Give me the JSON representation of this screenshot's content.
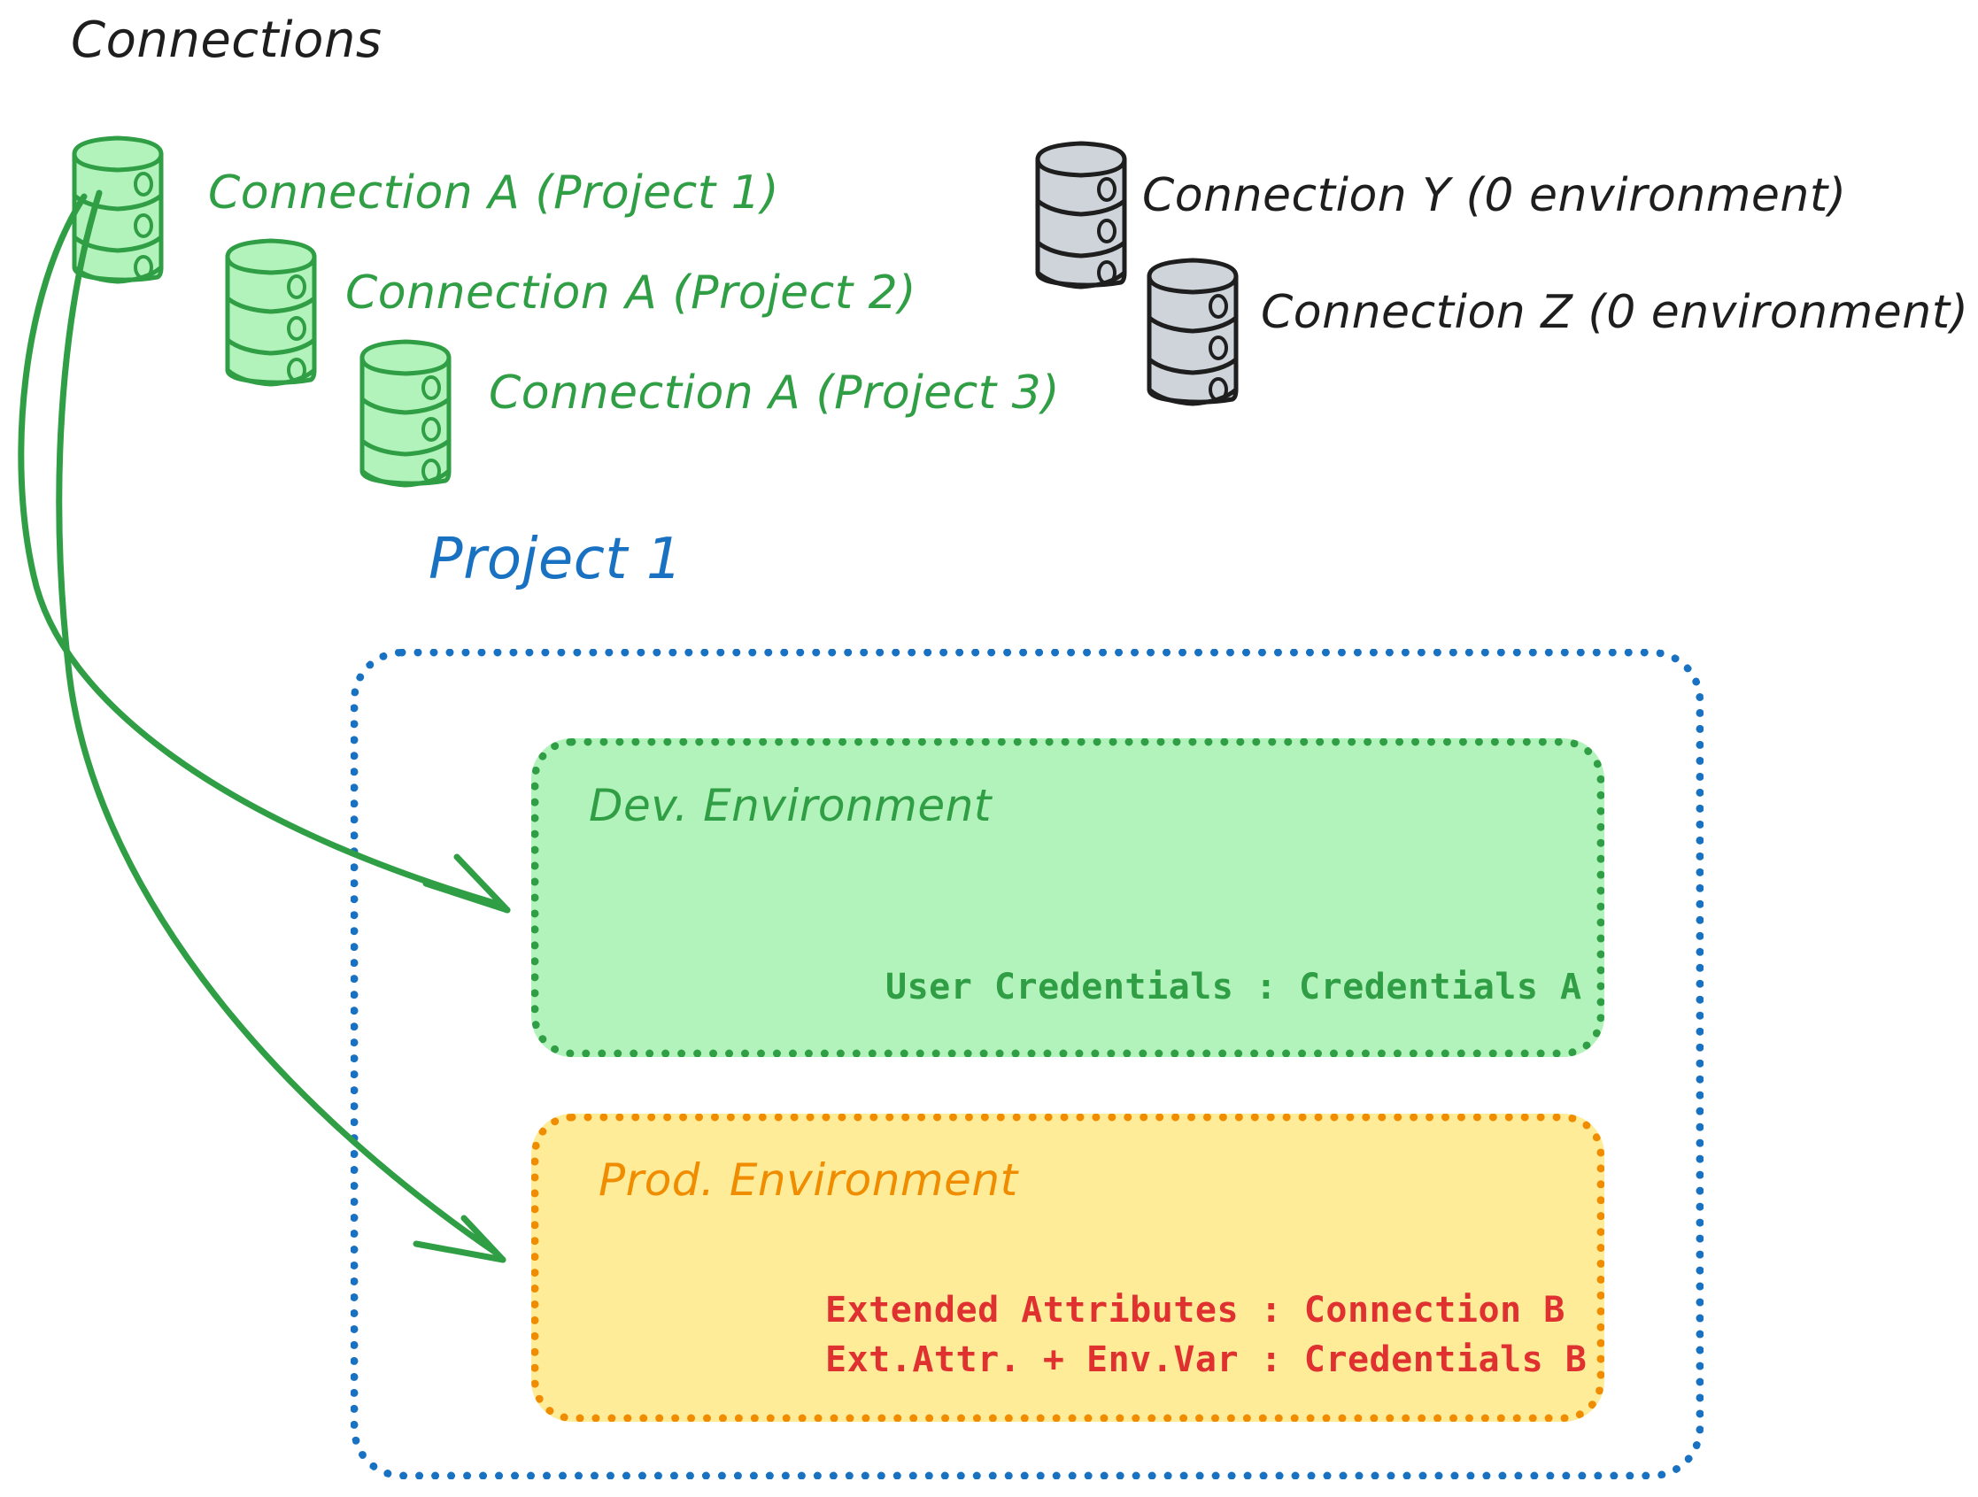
{
  "diagram": {
    "heading": "Connections",
    "colors": {
      "green_stroke": "#2f9e44",
      "green_fill": "#b2f2bb",
      "gray_stroke": "#1e1e1e",
      "gray_fill": "#ced4da",
      "blue": "#1971c2",
      "orange": "#f08c00",
      "orange_fill": "#ffec99",
      "red": "#e03131",
      "black": "#1e1e1e"
    },
    "green_connections": [
      {
        "icon": "database-icon",
        "label": "Connection A (Project 1)"
      },
      {
        "icon": "database-icon",
        "label": "Connection A (Project 2)"
      },
      {
        "icon": "database-icon",
        "label": "Connection A (Project 3)"
      }
    ],
    "gray_connections": [
      {
        "icon": "database-icon",
        "label": "Connection Y (0 environment)"
      },
      {
        "icon": "database-icon",
        "label": "Connection Z (0 environment)"
      }
    ],
    "project": {
      "title": "Project 1",
      "environments": [
        {
          "name": "Dev. Environment",
          "entries": [
            "User Credentials : Credentials A"
          ]
        },
        {
          "name": "Prod. Environment",
          "entries": [
            "Extended Attributes : Connection B",
            "Ext.Attr. + Env.Var : Credentials B"
          ]
        }
      ]
    },
    "arrows": [
      {
        "name": "arrow-connection-a-to-dev-environment"
      },
      {
        "name": "arrow-connection-a-to-prod-environment"
      }
    ]
  }
}
